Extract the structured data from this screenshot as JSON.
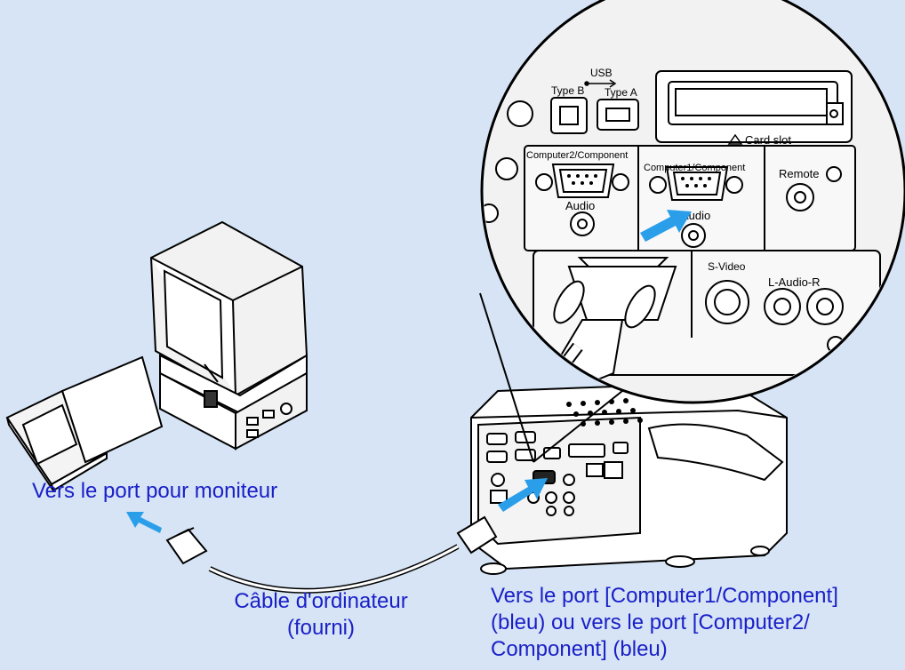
{
  "colors": {
    "background": "#d6e4f5",
    "caption_text": "#1a20c8",
    "caption_text_black": "#000000",
    "arrow": "#2a9ee8",
    "device_fill": "#ffffff",
    "panel_fill": "#f2f2f2",
    "outline": "#000000"
  },
  "captions": {
    "monitor_port": "Vers le port pour moniteur",
    "cable_line1": "Câble d'ordinateur",
    "cable_line2": "(fourni)",
    "projector_port_line1": "Vers le port [Computer1/Component]",
    "projector_port_line2": "(bleu) ou vers le port [Computer2/",
    "projector_port_line3": "Component] (bleu)"
  },
  "panel_labels": {
    "usb": "USB",
    "type_b": "Type B",
    "type_a": "Type A",
    "card_slot": "Card slot",
    "computer2": "Computer2/Component",
    "computer1": "Computer1/Component",
    "audio_left": "Audio",
    "audio_right": "Audio",
    "remote": "Remote",
    "s_video": "S-Video",
    "audio_lr": "L-Audio-R"
  },
  "icons": [
    "arrow-icon",
    "usb-icon",
    "triangle-icon"
  ]
}
